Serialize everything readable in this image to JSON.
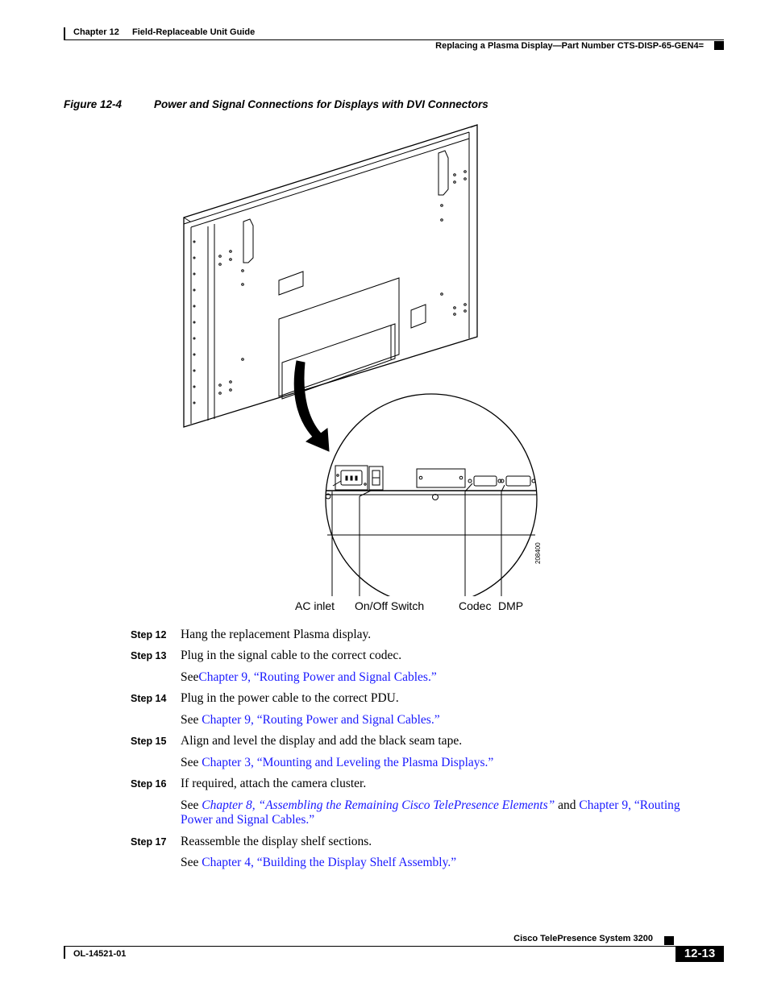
{
  "header": {
    "chapter": "Chapter 12",
    "chapter_title": "Field-Replaceable Unit Guide",
    "section": "Replacing a Plasma Display—Part Number CTS-DISP-65-GEN4="
  },
  "figure": {
    "number": "Figure 12-4",
    "title": "Power and Signal Connections for Displays with DVI Connectors",
    "callouts": {
      "ac_inlet": "AC inlet",
      "on_off": "On/Off Switch",
      "codec": "Codec",
      "dmp": "DMP"
    },
    "art_id": "208400"
  },
  "steps": [
    {
      "label": "Step 12",
      "text": "Hang the replacement Plasma display."
    },
    {
      "label": "Step 13",
      "text": "Plug in the signal cable to the correct codec.",
      "see_prefix": "See",
      "see_link": "Chapter 9, “Routing Power and Signal Cables.”"
    },
    {
      "label": "Step 14",
      "text": "Plug in the power cable to the correct PDU.",
      "see_prefix": "See ",
      "see_link": "Chapter 9, “Routing Power and Signal Cables.”"
    },
    {
      "label": "Step 15",
      "text": "Align and level the display and add the black seam tape.",
      "see_prefix": "See ",
      "see_link": "Chapter 3, “Mounting and Leveling the Plasma Displays.”"
    },
    {
      "label": "Step 16",
      "text": "If required, attach the camera cluster.",
      "see_prefix": "See ",
      "see_link": "Chapter 8, “Assembling the Remaining Cisco TelePresence Elements”",
      "see_mid": " and ",
      "see_link2": "Chapter 9, “Routing Power and Signal Cables.”"
    },
    {
      "label": "Step 17",
      "text": "Reassemble the display shelf sections.",
      "see_prefix": "See ",
      "see_link": "Chapter 4, “Building the Display Shelf Assembly.”"
    }
  ],
  "footer": {
    "doc_number": "OL-14521-01",
    "product": "Cisco TelePresence System 3200",
    "page": "12-13"
  }
}
